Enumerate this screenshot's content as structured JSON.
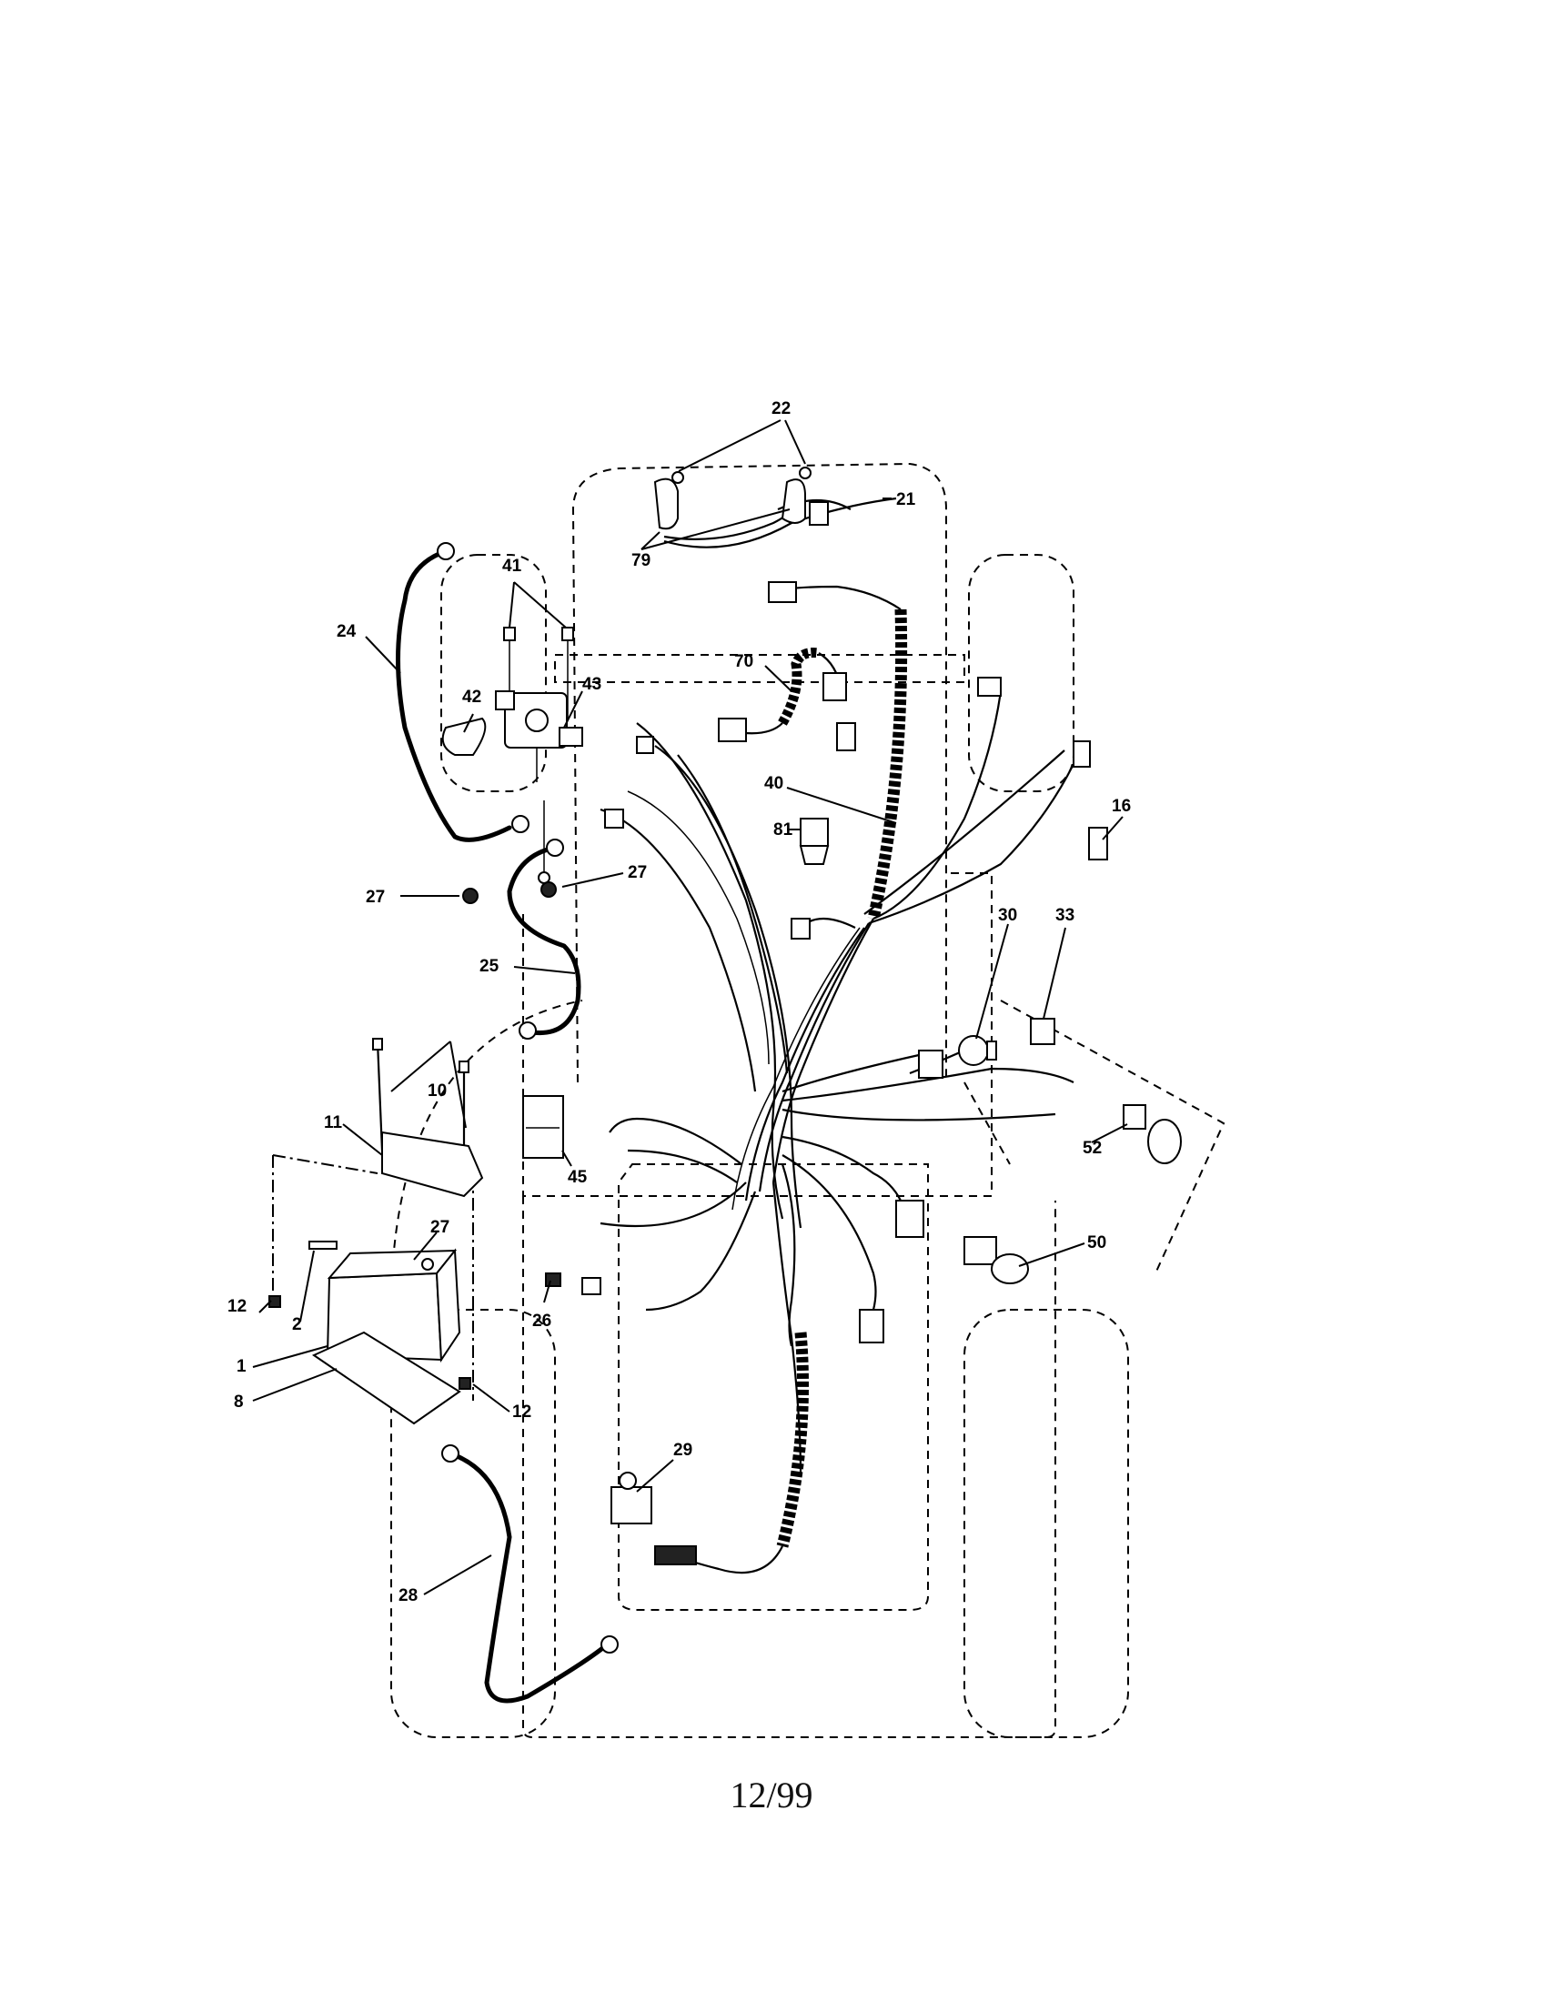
{
  "diagram": {
    "callouts": {
      "c1": "1",
      "c2": "2",
      "c8": "8",
      "c10": "10",
      "c11": "11",
      "c12a": "12",
      "c12b": "12",
      "c16": "16",
      "c21": "21",
      "c22": "22",
      "c24": "24",
      "c25": "25",
      "c26": "26",
      "c27a": "27",
      "c27b": "27",
      "c27c": "27",
      "c28": "28",
      "c29": "29",
      "c30": "30",
      "c33": "33",
      "c40": "40",
      "c41": "41",
      "c42": "42",
      "c43": "43",
      "c45": "45",
      "c50": "50",
      "c52": "52",
      "c70": "70",
      "c79": "79",
      "c81": "81"
    }
  },
  "footer": {
    "page_label": "12/99"
  }
}
